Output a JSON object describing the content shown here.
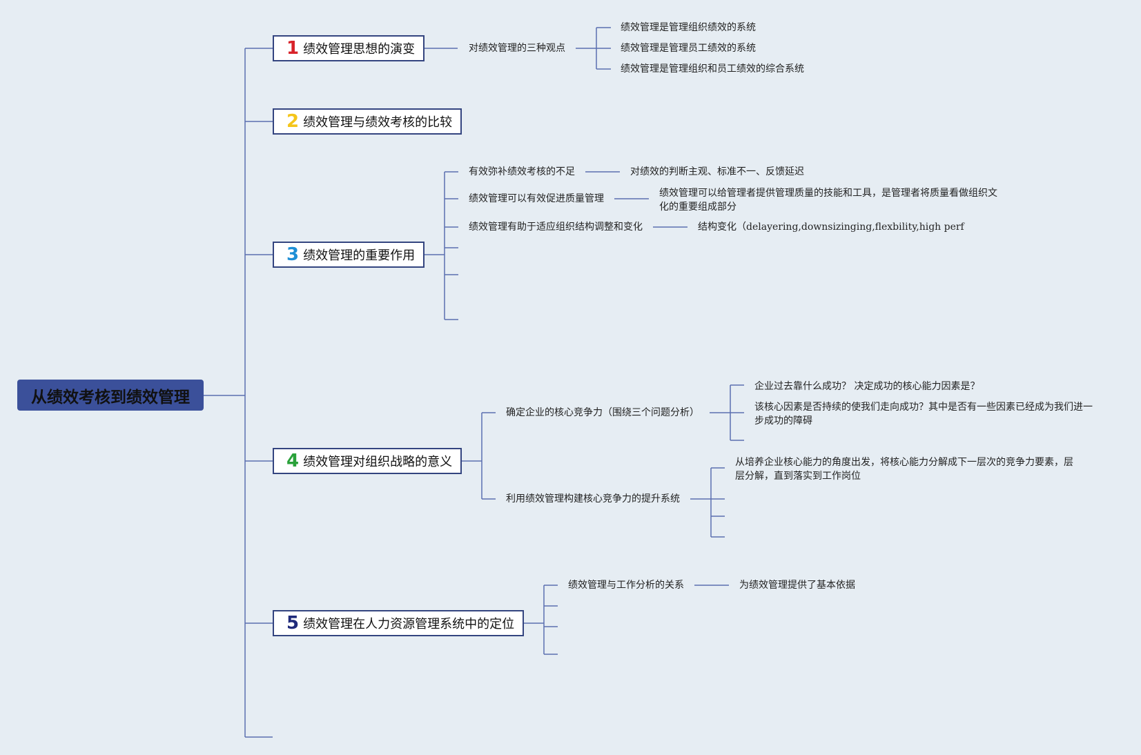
{
  "root": {
    "label": "从绩效考核到绩效管理"
  },
  "colors": {
    "background": "#e6edf3",
    "root_fill": "#3b509a",
    "line": "#5a6fb0",
    "num1": "#d8232a",
    "num2": "#f4c51b",
    "num3": "#1e8fd6",
    "num4": "#2aa13a",
    "num5": "#1f2a7a"
  },
  "topics": [
    {
      "num": "1",
      "label": "绩效管理思想的演变",
      "children": [
        {
          "label": "对绩效管理的三种观点",
          "children": [
            "绩效管理是管理组织绩效的系统",
            "绩效管理是管理员工绩效的系统",
            "绩效管理是管理组织和员工绩效的综合系统"
          ]
        }
      ]
    },
    {
      "num": "2",
      "label": "绩效管理与绩效考核的比较",
      "children": []
    },
    {
      "num": "3",
      "label": "绩效管理的重要作用",
      "children": [
        {
          "label": "有效弥补绩效考核的不足",
          "children": [
            "对绩效的判断主观、标准不一、反馈延迟"
          ]
        },
        {
          "label": "绩效管理可以有效促进质量管理",
          "children": [
            "绩效管理可以给管理者提供管理质量的技能和工具，是管理者将质量看做组织文化的重要组成部分"
          ]
        },
        {
          "label": "绩效管理有助于适应组织结构调整和变化",
          "children": [
            "结构变化（delayering,downsizinging,flexbility,high perf"
          ]
        }
      ]
    },
    {
      "num": "4",
      "label": "绩效管理对组织战略的意义",
      "children": [
        {
          "label": "确定企业的核心竞争力（围绕三个问题分析）",
          "children": [
            "企业过去靠什么成功？ 决定成功的核心能力因素是？",
            "该核心因素是否持续的使我们走向成功？其中是否有一些因素已经成为我们进一步成功的障碍"
          ]
        },
        {
          "label": "利用绩效管理构建核心竞争力的提升系统",
          "children": [
            "从培养企业核心能力的角度出发，将核心能力分解成下一层次的竞争力要素，层层分解，直到落实到工作岗位"
          ]
        }
      ]
    },
    {
      "num": "5",
      "label": "绩效管理在人力资源管理系统中的定位",
      "children": [
        {
          "label": "绩效管理与工作分析的关系",
          "children": [
            "为绩效管理提供了基本依据"
          ]
        }
      ]
    }
  ]
}
